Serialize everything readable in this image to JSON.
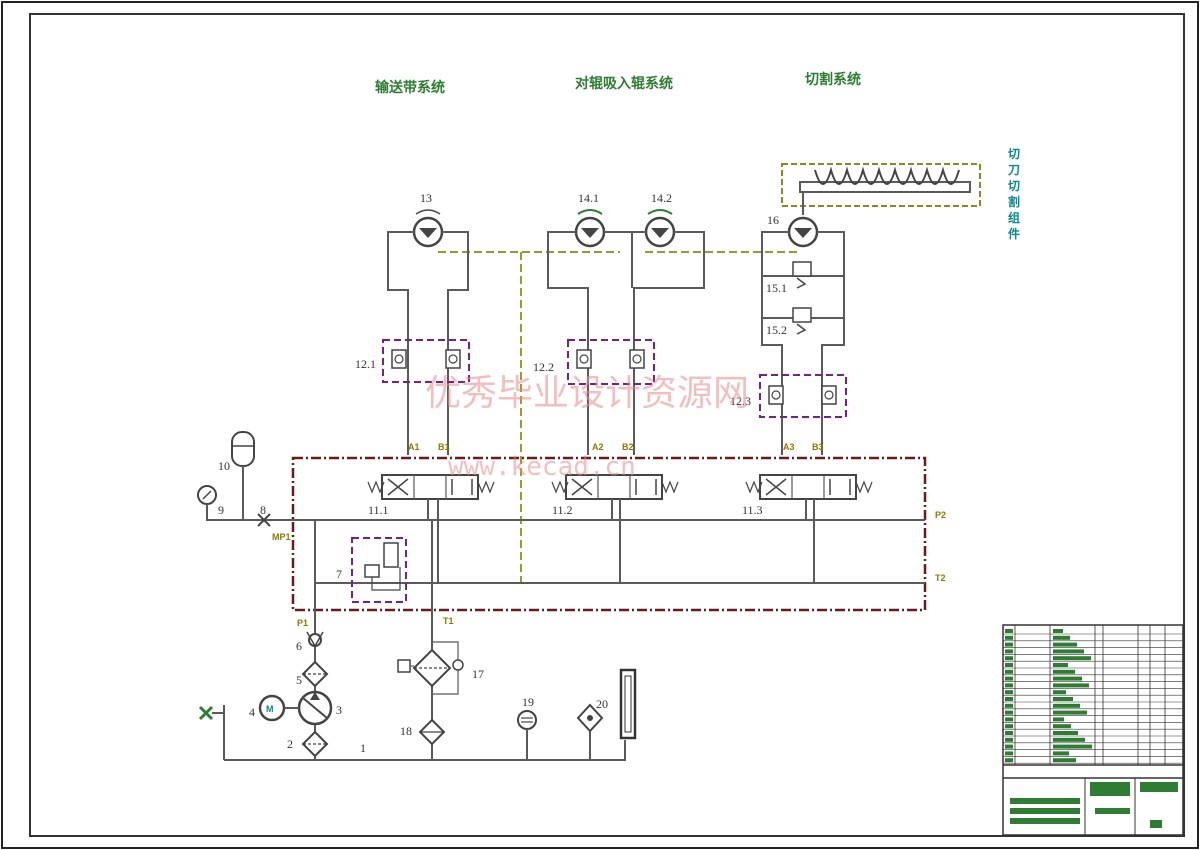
{
  "titles": {
    "conveyor": "输送带系统",
    "tube_suction": "对辊吸入辊系统",
    "cutting": "切割系统"
  },
  "side_label": [
    "切",
    "刀",
    "切",
    "割",
    "组",
    "件"
  ],
  "labels": {
    "motor_13": "13",
    "motor_14_1": "14.1",
    "motor_14_2": "14.2",
    "motor_16": "16",
    "valve_15_1": "15.1",
    "valve_15_2": "15.2",
    "lock_12_1": "12.1",
    "lock_12_2": "12.2",
    "lock_12_3": "12.3",
    "dir_11_1": "11.1",
    "dir_11_2": "11.2",
    "dir_11_3": "11.3",
    "accumulator": "10",
    "gauge": "9",
    "valve_8": "8",
    "relief_7": "7",
    "check_6": "6",
    "filter_5": "5",
    "motor_4": "4",
    "pump_3": "3",
    "filter_2": "2",
    "tank_1": "1",
    "cooler_18": "18",
    "bypass_17": "17",
    "thermo_19": "19",
    "heater_20": "20"
  },
  "ports": {
    "a1": "A1",
    "b1": "B1",
    "a2": "A2",
    "b2": "B2",
    "a3": "A3",
    "b3": "B3",
    "mp1": "MP1",
    "p1": "P1",
    "t1": "T1",
    "p2": "P2",
    "t2": "T2"
  },
  "watermark": {
    "cn": "优秀毕业设计资源网",
    "url": "www.kecad.cn"
  },
  "colors": {
    "line": "#5a5a5a",
    "pilot": "#9a9a30",
    "drain": "#6a1a1a",
    "purple": "#7a1f8a",
    "green": "#2e7d32",
    "cyan": "#0a8a8a"
  }
}
